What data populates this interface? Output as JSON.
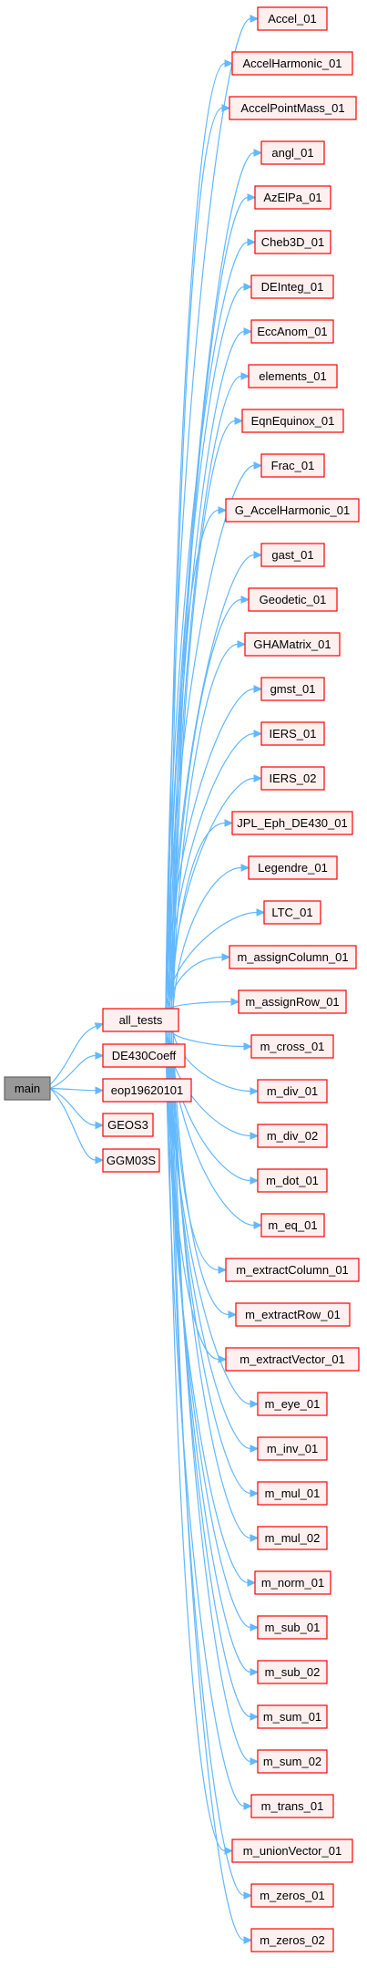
{
  "colors": {
    "edge": "#63b8ff",
    "node_border": "#ff0000",
    "node_fill": "#fff0f0",
    "root_fill": "#999999",
    "root_border": "#666666"
  },
  "root": {
    "label": "main"
  },
  "hub": {
    "label": "all_tests"
  },
  "main_children": [
    "DE430Coeff",
    "eop19620101",
    "GEOS3",
    "GGM03S"
  ],
  "tests": [
    "Accel_01",
    "AccelHarmonic_01",
    "AccelPointMass_01",
    "angl_01",
    "AzElPa_01",
    "Cheb3D_01",
    "DEInteg_01",
    "EccAnom_01",
    "elements_01",
    "EqnEquinox_01",
    "Frac_01",
    "G_AccelHarmonic_01",
    "gast_01",
    "Geodetic_01",
    "GHAMatrix_01",
    "gmst_01",
    "IERS_01",
    "IERS_02",
    "JPL_Eph_DE430_01",
    "Legendre_01",
    "LTC_01",
    "m_assignColumn_01",
    "m_assignRow_01",
    "m_cross_01",
    "m_div_01",
    "m_div_02",
    "m_dot_01",
    "m_eq_01",
    "m_extractColumn_01",
    "m_extractRow_01",
    "m_extractVector_01",
    "m_eye_01",
    "m_inv_01",
    "m_mul_01",
    "m_mul_02",
    "m_norm_01",
    "m_sub_01",
    "m_sub_02",
    "m_sum_01",
    "m_sum_02",
    "m_trans_01",
    "m_unionVector_01",
    "m_zeros_01",
    "m_zeros_02"
  ]
}
